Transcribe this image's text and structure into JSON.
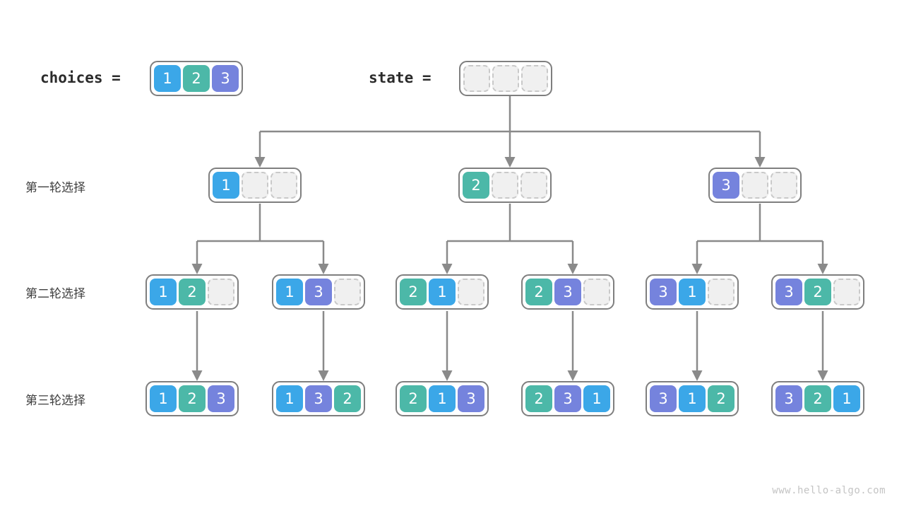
{
  "meta": {
    "watermark": "www.hello-algo.com"
  },
  "header": {
    "choices_caption": "choices =",
    "state_caption": "state =",
    "choices_values": [
      "1",
      "2",
      "3"
    ],
    "state_values": [
      "",
      "",
      ""
    ]
  },
  "rows": [
    {
      "label": "第一轮选择"
    },
    {
      "label": "第二轮选择"
    },
    {
      "label": "第三轮选择"
    }
  ],
  "level1": [
    {
      "cells": [
        "1",
        "",
        ""
      ]
    },
    {
      "cells": [
        "2",
        "",
        ""
      ]
    },
    {
      "cells": [
        "3",
        "",
        ""
      ]
    }
  ],
  "level2": [
    {
      "cells": [
        "1",
        "2",
        ""
      ]
    },
    {
      "cells": [
        "1",
        "3",
        ""
      ]
    },
    {
      "cells": [
        "2",
        "1",
        ""
      ]
    },
    {
      "cells": [
        "2",
        "3",
        ""
      ]
    },
    {
      "cells": [
        "3",
        "1",
        ""
      ]
    },
    {
      "cells": [
        "3",
        "2",
        ""
      ]
    }
  ],
  "level3": [
    {
      "cells": [
        "1",
        "2",
        "3"
      ]
    },
    {
      "cells": [
        "1",
        "3",
        "2"
      ]
    },
    {
      "cells": [
        "2",
        "1",
        "3"
      ]
    },
    {
      "cells": [
        "2",
        "3",
        "1"
      ]
    },
    {
      "cells": [
        "3",
        "1",
        "2"
      ]
    },
    {
      "cells": [
        "3",
        "2",
        "1"
      ]
    }
  ],
  "colors": {
    "value_1": "#3ba7e8",
    "value_2": "#4cb8a8",
    "value_3": "#7583dd",
    "empty_fill": "#f0f0f0",
    "empty_border": "#c9c9c9",
    "frame_border": "#7f7f7f",
    "edge": "#8a8a8a",
    "text": "#3f3f3f",
    "watermark": "#c4c4c4"
  }
}
